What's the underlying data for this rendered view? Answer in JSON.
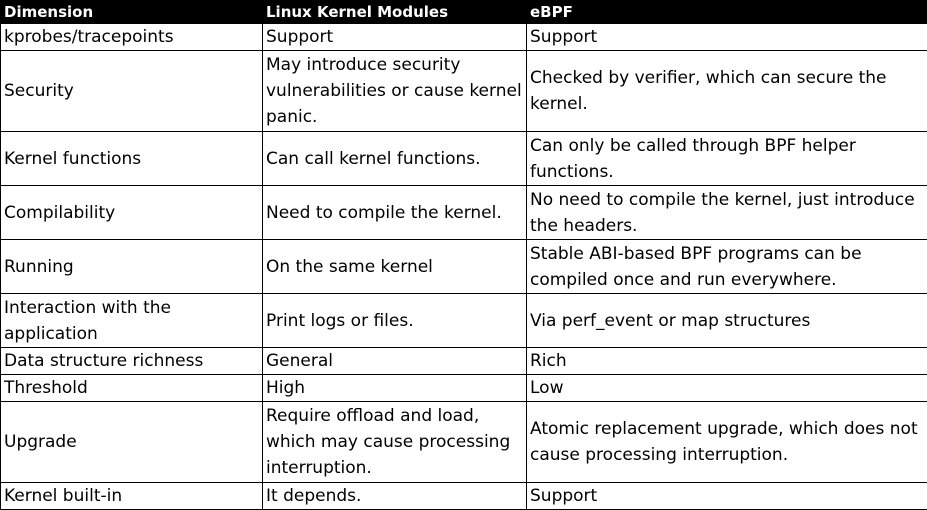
{
  "headers": [
    "Dimension",
    "Linux Kernel Modules",
    "eBPF"
  ],
  "rows": [
    [
      "kprobes/tracepoints",
      "Support",
      "Support"
    ],
    [
      "Security",
      "May introduce security vulnerabilities or cause kernel panic.",
      "Checked by verifier, which can secure the kernel."
    ],
    [
      "Kernel functions",
      "Can call kernel functions.",
      "Can only be called through BPF helper functions."
    ],
    [
      "Compilability",
      "Need to compile the kernel.",
      "No need to compile the kernel, just introduce the headers."
    ],
    [
      "Running",
      "On the same kernel",
      "Stable ABI-based BPF programs can be compiled once and run everywhere."
    ],
    [
      "Interaction with the application",
      "Print logs or files.",
      "Via perf_event or map structures"
    ],
    [
      "Data structure richness",
      "General",
      "Rich"
    ],
    [
      "Threshold",
      "High",
      "Low"
    ],
    [
      "Upgrade",
      "Require offload and load, which may cause processing interruption.",
      "Atomic replacement upgrade, which does not cause processing interruption."
    ],
    [
      "Kernel built-in",
      "It depends.",
      "Support"
    ]
  ]
}
